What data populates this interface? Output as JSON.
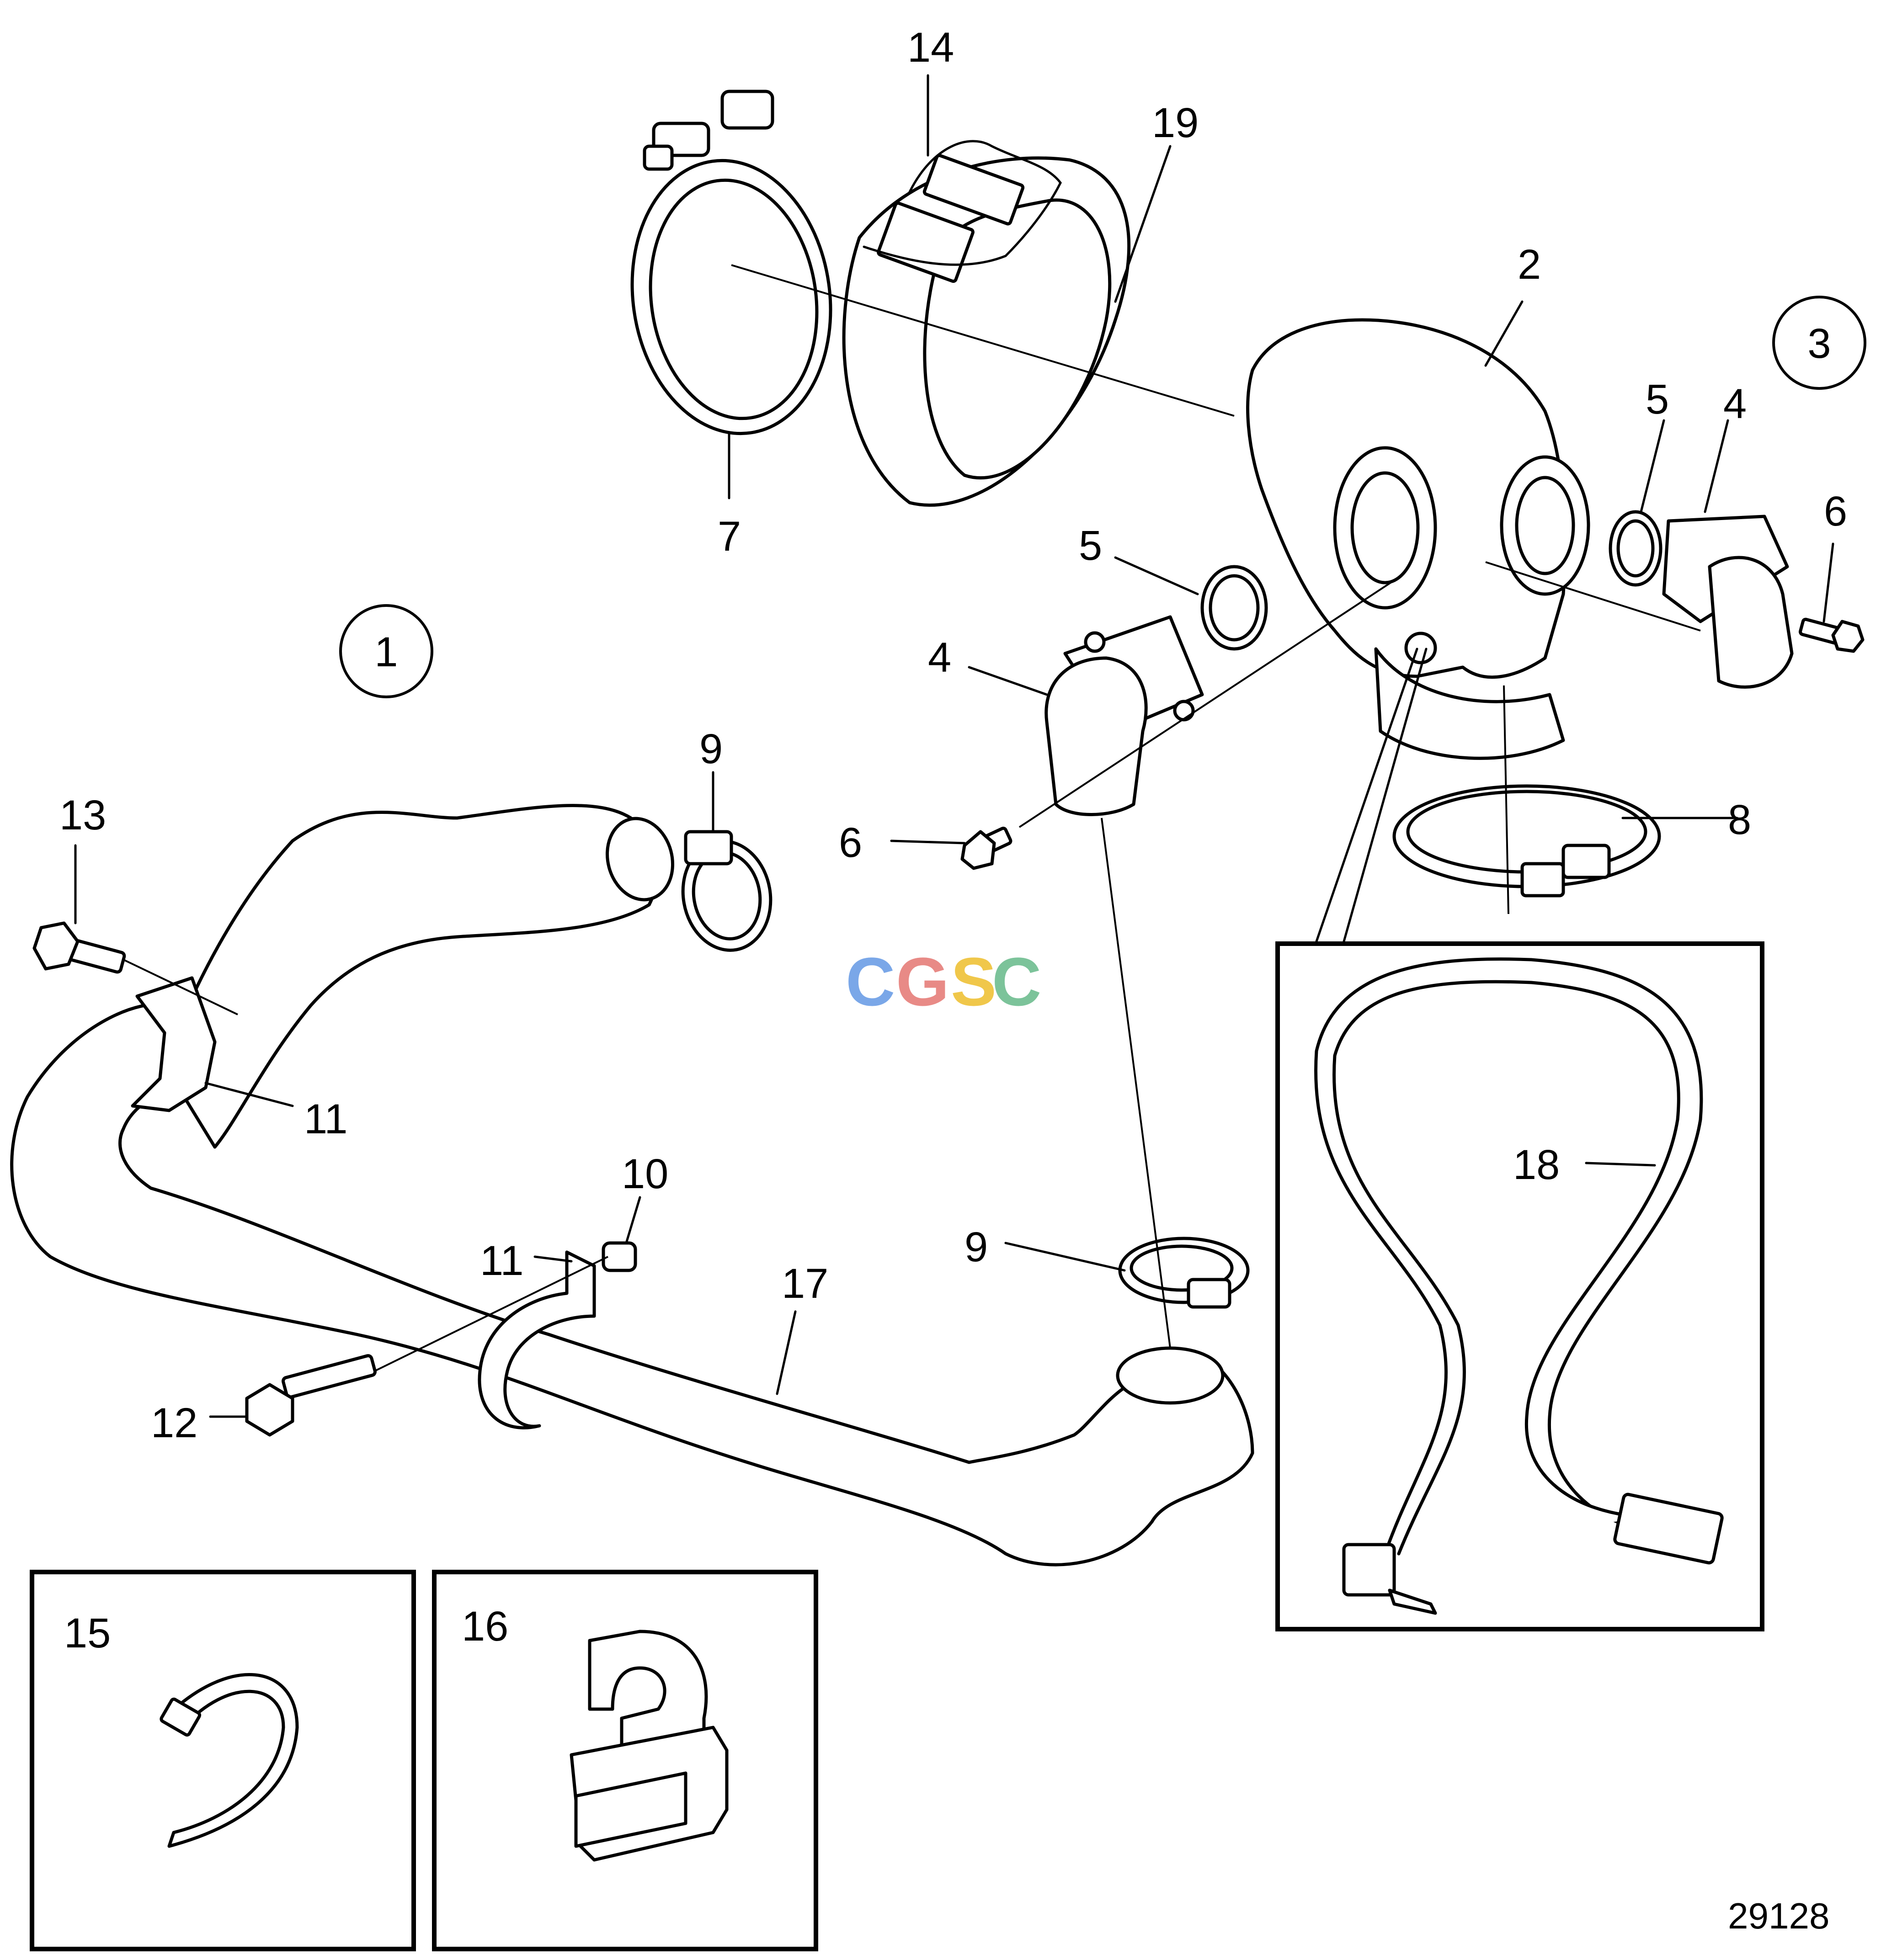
{
  "diagram_id": "29128",
  "watermark": {
    "letters": [
      "C",
      "G",
      "S",
      "C"
    ],
    "colors": [
      "#7aa7e8",
      "#e88a86",
      "#f0c74a",
      "#7cc39a"
    ]
  },
  "view_markers": [
    "1",
    "3"
  ],
  "callouts": {
    "c2": "2",
    "c4a": "4",
    "c4b": "4",
    "c5a": "5",
    "c5b": "5",
    "c6a": "6",
    "c6b": "6",
    "c7": "7",
    "c8": "8",
    "c9a": "9",
    "c9b": "9",
    "c10": "10",
    "c11a": "11",
    "c11b": "11",
    "c12": "12",
    "c13": "13",
    "c14": "14",
    "c15": "15",
    "c16": "16",
    "c17": "17",
    "c18": "18",
    "c19": "19"
  },
  "colors": {
    "line": "#000000",
    "background": "#ffffff"
  }
}
